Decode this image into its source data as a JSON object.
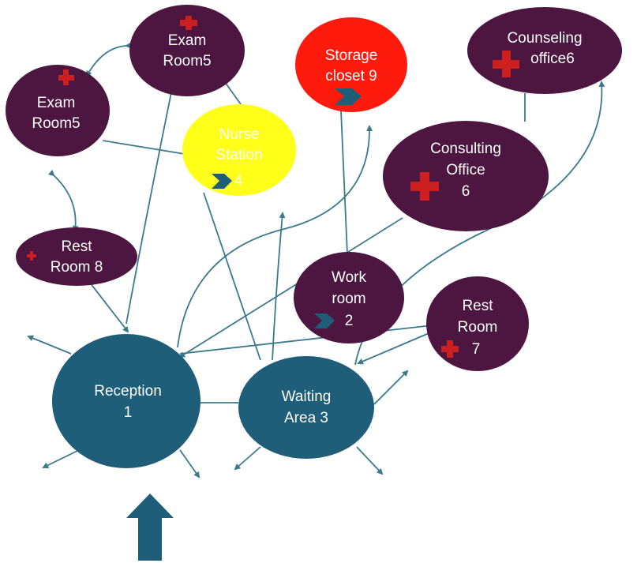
{
  "colors": {
    "room": "#4d1640",
    "entry": "#1e5e78",
    "storage": "#ff1a0e",
    "nurse": "#ffff1a",
    "edge": "#3b7a8c",
    "cross": "#cc1f1f",
    "chevron": "#1e5e78"
  },
  "nodes": {
    "exam_room_top": {
      "line1": "Exam",
      "line2": "Room5",
      "icon": "red-cross-icon"
    },
    "exam_room_left": {
      "line1": "Exam",
      "line2": "Room5",
      "icon": "red-cross-icon"
    },
    "storage_closet": {
      "line1": "Storage",
      "line2": "closet 9",
      "icon": "chevron-icon"
    },
    "counseling_office": {
      "line1": "Counseling",
      "line2": "office6",
      "icon": "red-cross-icon"
    },
    "nurse_station": {
      "line1": "Nurse",
      "line2": "Station",
      "line3": "4",
      "icon": "chevron-icon"
    },
    "consulting_office": {
      "line1": "Consulting",
      "line2": "Office",
      "line3": "6",
      "icon": "red-cross-icon"
    },
    "rest_room_8": {
      "line1": "Rest",
      "line2": "Room 8",
      "icon": "red-cross-icon"
    },
    "work_room": {
      "line1": "Work",
      "line2": "room",
      "line3": "2",
      "icon": "chevron-icon"
    },
    "rest_room_7": {
      "line1": "Rest",
      "line2": "Room",
      "line3": "7",
      "icon": "red-cross-icon"
    },
    "reception": {
      "line1": "Reception",
      "line2": "1"
    },
    "waiting_area": {
      "line1": "Waiting",
      "line2": "Area 3"
    }
  },
  "entrance": {
    "icon": "entrance-arrow-icon"
  }
}
